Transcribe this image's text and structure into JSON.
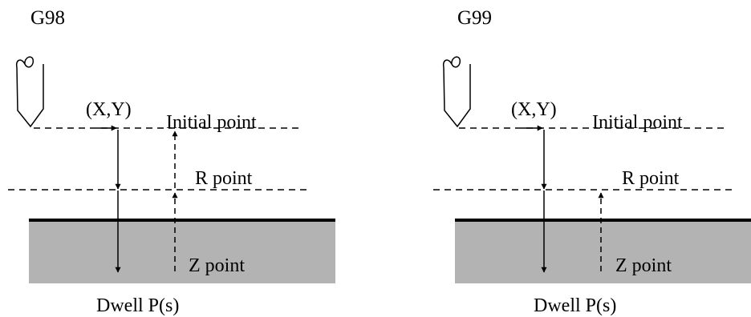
{
  "panels": [
    {
      "mode": "G98",
      "xy_label": "(X,Y)",
      "initial_label": "Initial point",
      "r_label": "R point",
      "z_label": "Z point",
      "dwell_label": "Dwell P(s)"
    },
    {
      "mode": "G99",
      "xy_label": "(X,Y)",
      "initial_label": "Initial point",
      "r_label": "R point",
      "z_label": "Z point",
      "dwell_label": "Dwell P(s)"
    }
  ],
  "colors": {
    "workpiece": "#b3b3b3",
    "line": "#000000",
    "background": "#ffffff"
  }
}
